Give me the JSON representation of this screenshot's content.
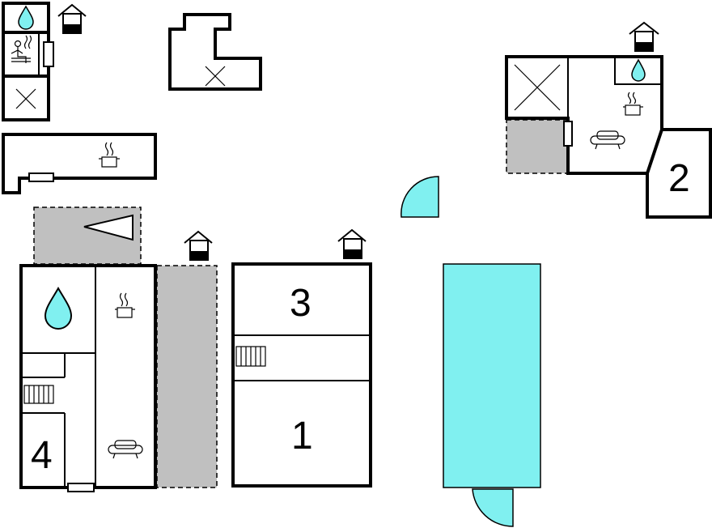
{
  "rooms": {
    "bedroom_1": {
      "number": "1"
    },
    "bedroom_2": {
      "number": "2"
    },
    "bedroom_3": {
      "number": "3"
    },
    "bedroom_4": {
      "number": "4"
    }
  },
  "colors": {
    "pool": "#80f0f0",
    "terrace": "#c0c0c0",
    "wall": "#000000",
    "background": "#ffffff"
  },
  "icons": [
    "water-drop-icon",
    "sauna-icon",
    "kitchen-pot-icon",
    "sofa-icon",
    "stairs-icon",
    "house-entrance-icon",
    "door-arc-icon",
    "storage-x-icon"
  ]
}
